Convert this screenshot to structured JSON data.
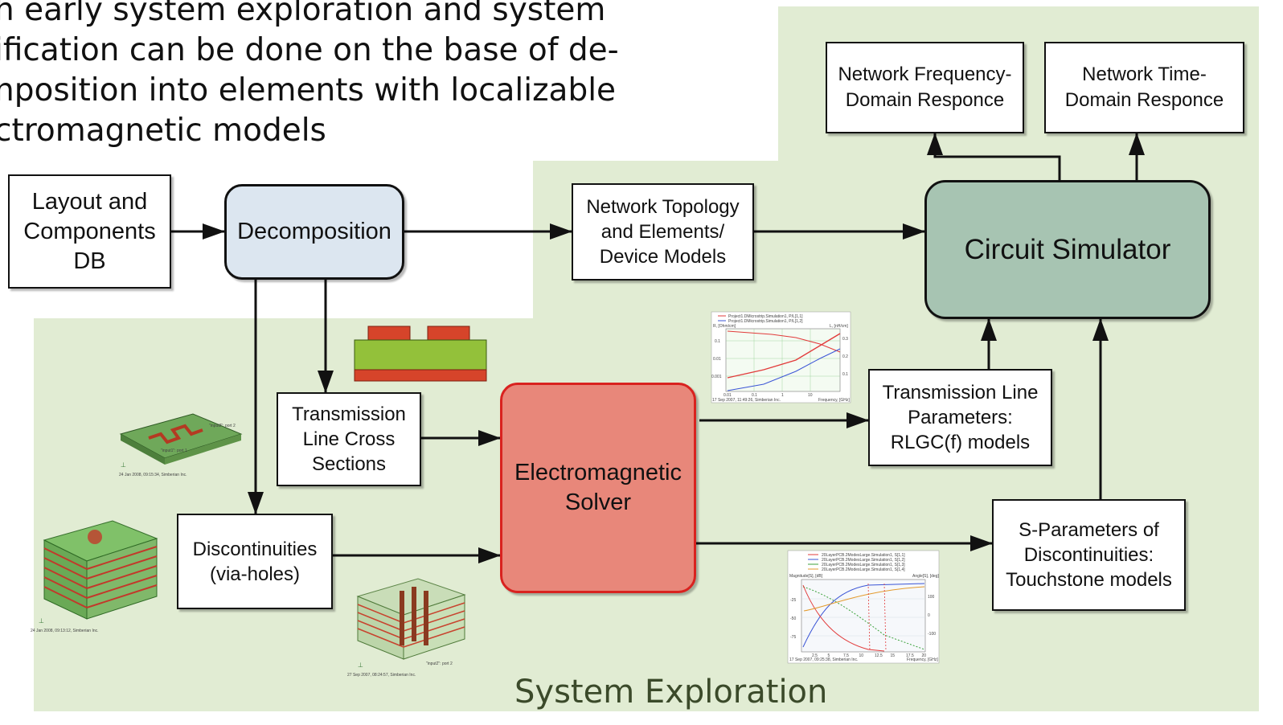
{
  "colors": {
    "background_region": "#e1ecd3",
    "decomposition_fill": "#dce6f0",
    "solver_fill": "#e8877a",
    "solver_border": "#d9221f",
    "simulator_fill": "#a7c4b2",
    "pcb_green": "#93c13a",
    "pcb_red": "#d6442a"
  },
  "intro_lines": [
    "h early system exploration and system",
    "ification can be done on the base of de-",
    "nposition into elements with localizable",
    "ctromagnetic models"
  ],
  "boxes": {
    "layout_db": "Layout and\nComponents\nDB",
    "decomposition": "Decomposition",
    "network_topology": "Network Topology\nand Elements/\nDevice Models",
    "circuit_simulator": "Circuit Simulator",
    "network_freq": "Network Frequency-\nDomain Responce",
    "network_time": "Network Time-\nDomain Responce",
    "tl_cross_sections": "Transmission\nLine Cross\nSections",
    "discontinuities": "Discontinuities\n(via-holes)",
    "em_solver": "Electromagnetic\nSolver",
    "tl_parameters": "Transmission Line\nParameters:\nRLGC(f) models",
    "s_parameters": "S-Parameters of\nDiscontinuities:\nTouchstone models"
  },
  "footer_title": "System Exploration",
  "thumbnails": {
    "microstrip_caption": "24 Jan 2008, 09:15:34, Simberian Inc.",
    "microstrip_port1": "\"input1\": port 1",
    "microstrip_port2": "\"input2\": port 2",
    "multilayer_caption": "24 Jan 2008, 09:13:12, Simberian Inc.",
    "via_caption": "27 Sep 2007, 08:24:57, Simberian Inc.",
    "via_port": "\"input2\": port 2"
  },
  "rlgc_plot": {
    "legend_1": "Project1.DMicrostrip.Simulation1, P/L[1,1]",
    "legend_2": "Project1.DMicrostrip.Simulation1, P/L[1,2]",
    "y_left_label": "R, [Ohm/cm]",
    "y_right_label": "L, [nH/cm]",
    "y_left_ticks": [
      "0.1",
      "0.01",
      "0.001"
    ],
    "y_right_ticks": [
      "0.3",
      "0.2",
      "0.1"
    ],
    "x_ticks": [
      "0.01",
      "0.1",
      "1",
      "10"
    ],
    "x_label": "Frequency, [GHz]",
    "caption": "17 Sep 2007, 11:49:26, Simberian Inc."
  },
  "sparam_plot": {
    "legend": [
      "20LayerPCB.2ModesLarge.Simulation1, S[1,1]",
      "20LayerPCB.2ModesLarge.Simulation1, S[1,2]",
      "20LayerPCB.2ModesLarge.Simulation1, S[1,3]",
      "20LayerPCB.2ModesLarge.Simulation1, S[1,4]"
    ],
    "y_left_label": "Magnitude[S], [dB]",
    "y_right_label": "Angle[S], [deg]",
    "y_left_ticks": [
      "-25",
      "-50",
      "-75"
    ],
    "y_right_ticks": [
      "100",
      "0",
      "-100"
    ],
    "x_ticks": [
      "2.5",
      "5",
      "7.5",
      "10",
      "12.5",
      "15",
      "17.5",
      "20"
    ],
    "x_label": "Frequency, [GHz]",
    "caption": "17 Sep 2007, 09:25:38, Simberian Inc."
  }
}
